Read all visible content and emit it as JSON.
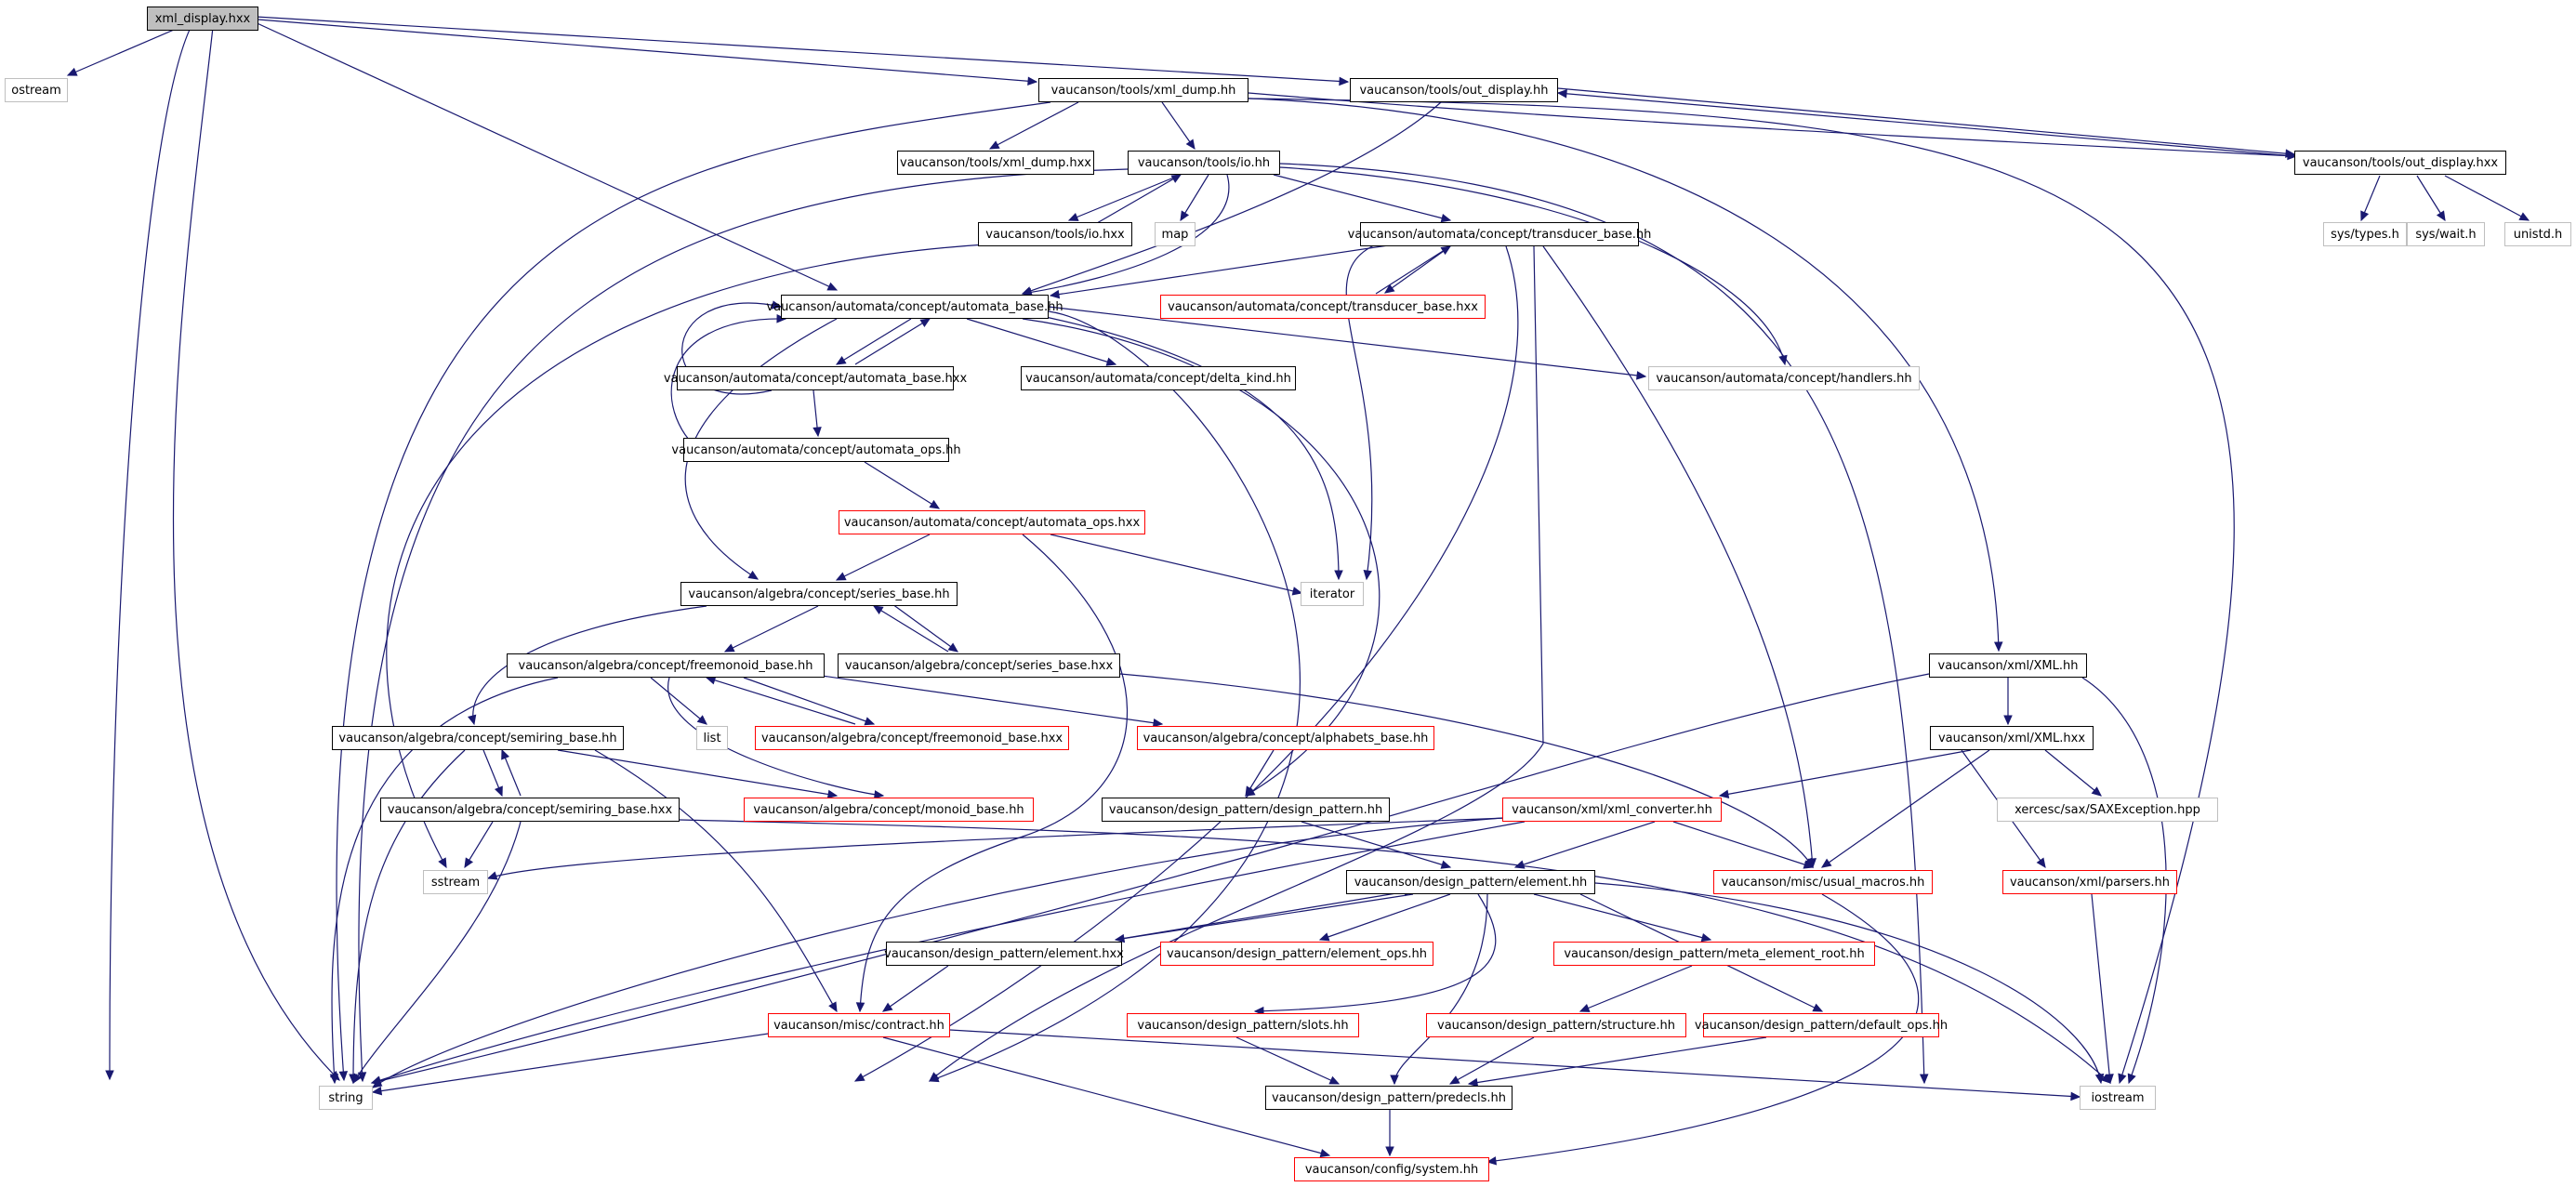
{
  "colors": {
    "edge": "#191970",
    "root_fill": "#bfbfbf",
    "documented_border": "#000000",
    "undocumented_border": "#ff0000",
    "external_border": "#bfbfbf"
  },
  "nodes": {
    "n_root": "xml_display.hxx",
    "n_ostream": "ostream",
    "n_xml_dump_hh": "vaucanson/tools/xml_dump.hh",
    "n_out_display_hh": "vaucanson/tools/out_display.hh",
    "n_out_display_hxx": "vaucanson/tools/out_display.hxx",
    "n_sys_types": "sys/types.h",
    "n_sys_wait": "sys/wait.h",
    "n_unistd": "unistd.h",
    "n_xml_dump_hxx": "vaucanson/tools/xml_dump.hxx",
    "n_io_hh": "vaucanson/tools/io.hh",
    "n_io_hxx": "vaucanson/tools/io.hxx",
    "n_map": "map",
    "n_transducer_base_hh": "vaucanson/automata/concept/transducer_base.hh",
    "n_transducer_base_hxx": "vaucanson/automata/concept/transducer_base.hxx",
    "n_automata_base_hh": "vaucanson/automata/concept/automata_base.hh",
    "n_automata_base_hxx": "vaucanson/automata/concept/automata_base.hxx",
    "n_delta_kind": "vaucanson/automata/concept/delta_kind.hh",
    "n_handlers": "vaucanson/automata/concept/handlers.hh",
    "n_automata_ops_hh": "vaucanson/automata/concept/automata_ops.hh",
    "n_automata_ops_hxx": "vaucanson/automata/concept/automata_ops.hxx",
    "n_iterator": "iterator",
    "n_series_base_hh": "vaucanson/algebra/concept/series_base.hh",
    "n_series_base_hxx": "vaucanson/algebra/concept/series_base.hxx",
    "n_freemonoid_base_hh": "vaucanson/algebra/concept/freemonoid_base.hh",
    "n_list": "list",
    "n_freemonoid_base_hxx": "vaucanson/algebra/concept/freemonoid_base.hxx",
    "n_alphabets_base": "vaucanson/algebra/concept/alphabets_base.hh",
    "n_semiring_base_hh": "vaucanson/algebra/concept/semiring_base.hh",
    "n_semiring_base_hxx": "vaucanson/algebra/concept/semiring_base.hxx",
    "n_monoid_base": "vaucanson/algebra/concept/monoid_base.hh",
    "n_design_pattern": "vaucanson/design_pattern/design_pattern.hh",
    "n_xml_hh": "vaucanson/xml/XML.hh",
    "n_xml_hxx": "vaucanson/xml/XML.hxx",
    "n_xml_converter": "vaucanson/xml/xml_converter.hh",
    "n_saxexception": "xercesc/sax/SAXException.hpp",
    "n_sstream": "sstream",
    "n_element_hh": "vaucanson/design_pattern/element.hh",
    "n_usual_macros": "vaucanson/misc/usual_macros.hh",
    "n_parsers": "vaucanson/xml/parsers.hh",
    "n_element_hxx": "vaucanson/design_pattern/element.hxx",
    "n_element_ops": "vaucanson/design_pattern/element_ops.hh",
    "n_meta_element_root": "vaucanson/design_pattern/meta_element_root.hh",
    "n_contract": "vaucanson/misc/contract.hh",
    "n_slots": "vaucanson/design_pattern/slots.hh",
    "n_structure": "vaucanson/design_pattern/structure.hh",
    "n_default_ops": "vaucanson/design_pattern/default_ops.hh",
    "n_string": "string",
    "n_predecls": "vaucanson/design_pattern/predecls.hh",
    "n_iostream": "iostream",
    "n_system": "vaucanson/config/system.hh"
  }
}
